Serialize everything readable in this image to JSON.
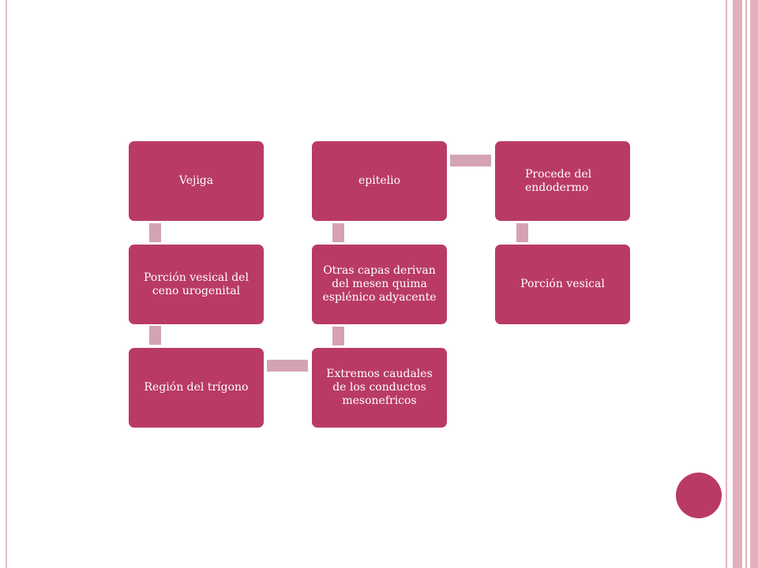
{
  "diagram": {
    "nodes": {
      "vejiga": "Vejiga",
      "porcion_vesical_seno": "Porción vesical del ceno urogenital",
      "region_trigono": "Región del trígono",
      "extremos_caudales": "Extremos caudales de los conductos mesonefricos",
      "otras_capas": "Otras capas derivan del mesen quima esplénico adyacente",
      "epitelio": "epitelio",
      "procede_endodermo": "Procede del endodermo",
      "porcion_vesical": "Porción vesical"
    },
    "edges": [
      [
        "vejiga",
        "porcion_vesical_seno"
      ],
      [
        "porcion_vesical_seno",
        "region_trigono"
      ],
      [
        "region_trigono",
        "extremos_caudales"
      ],
      [
        "extremos_caudales",
        "otras_capas"
      ],
      [
        "otras_capas",
        "epitelio"
      ],
      [
        "epitelio",
        "procede_endodermo"
      ],
      [
        "procede_endodermo",
        "porcion_vesical"
      ]
    ],
    "colors": {
      "node_fill": "#b93a66",
      "connector": "#d4a3b3",
      "frame": "#e2b0bc"
    }
  }
}
